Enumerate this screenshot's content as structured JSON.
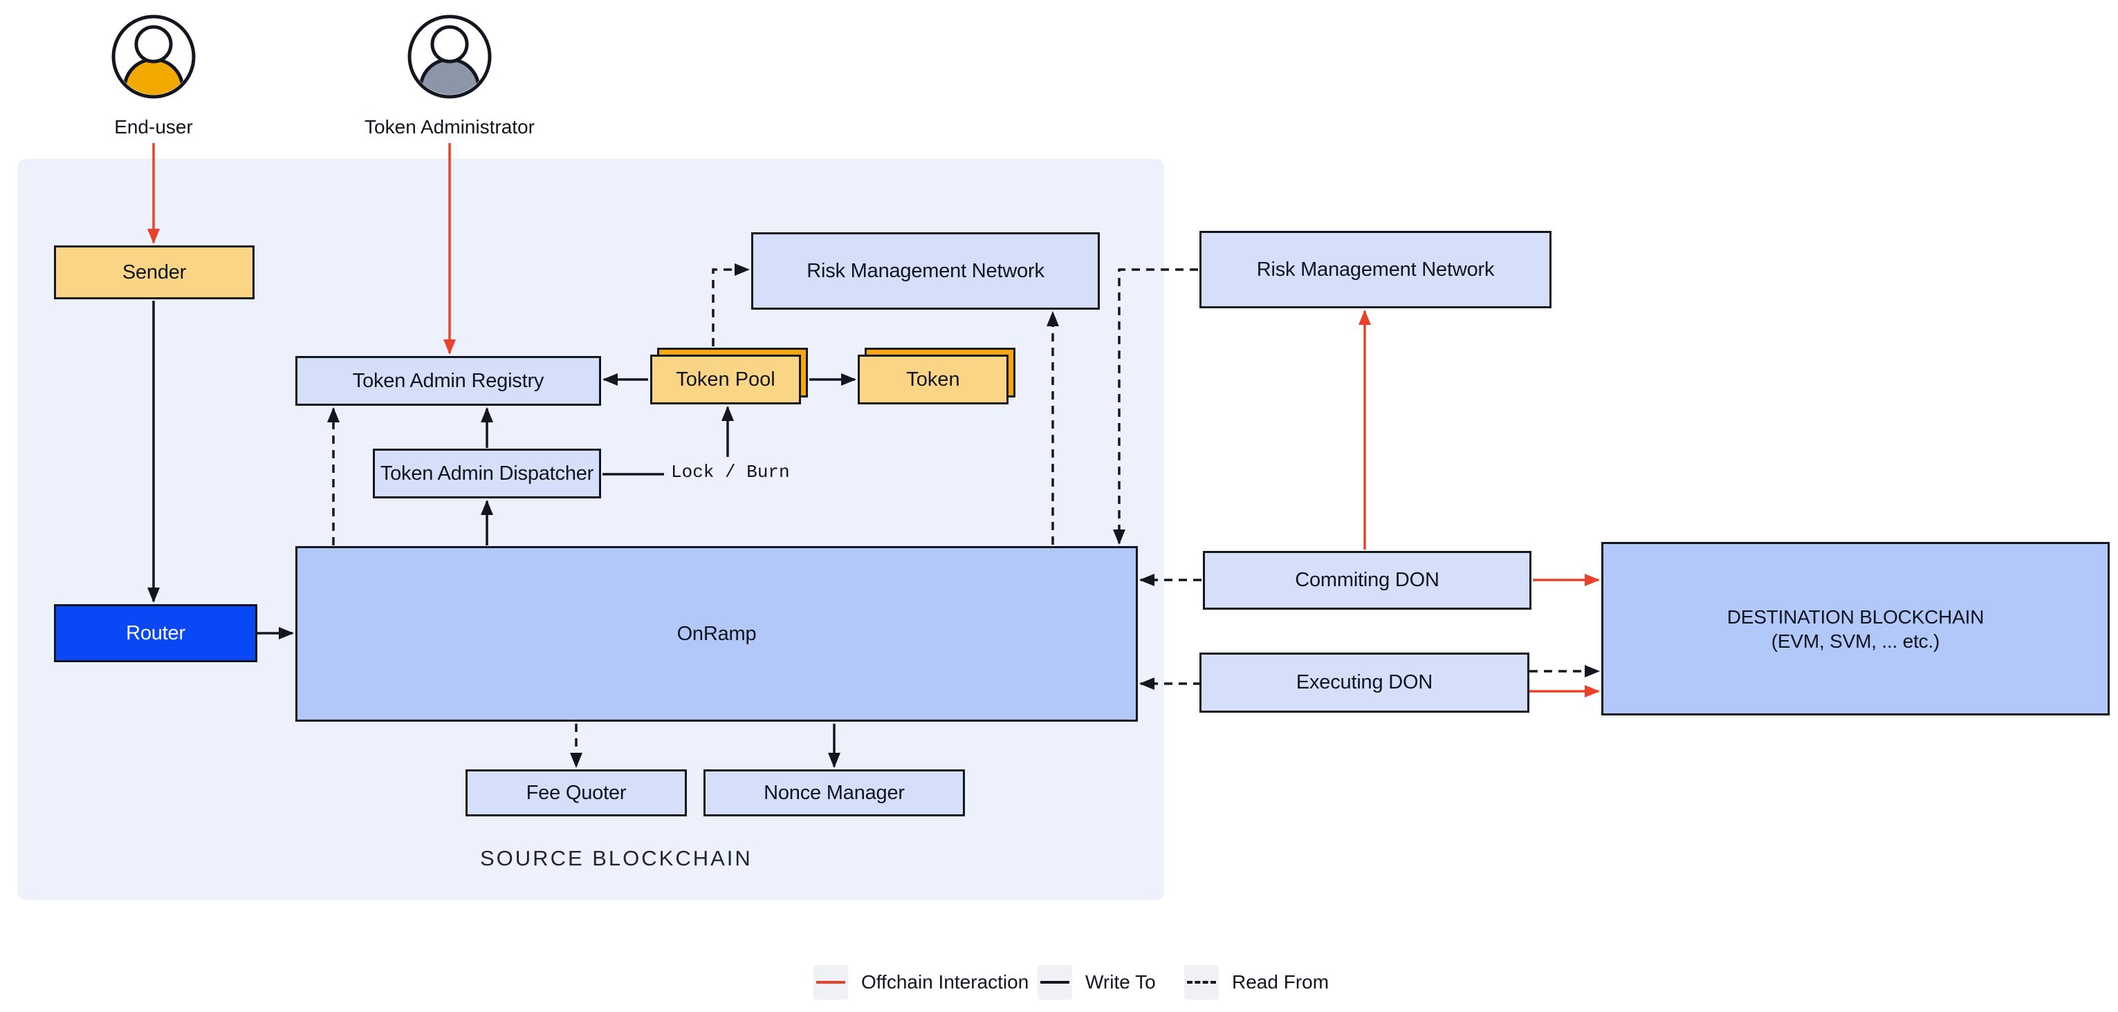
{
  "actors": {
    "end_user": {
      "label": "End-user"
    },
    "token_administrator": {
      "label": "Token Administrator"
    }
  },
  "source_panel": {
    "label": "SOURCE BLOCKCHAIN"
  },
  "nodes": {
    "sender": {
      "label": "Sender"
    },
    "router": {
      "label": "Router"
    },
    "token_admin_registry": {
      "label": "Token Admin Registry"
    },
    "token_admin_dispatcher": {
      "label": "Token Admin Dispatcher"
    },
    "token_pool": {
      "label": "Token Pool"
    },
    "token": {
      "label": "Token"
    },
    "risk_management_network_source": {
      "label": "Risk Management Network"
    },
    "risk_management_network_offchain": {
      "label": "Risk Management Network"
    },
    "onramp": {
      "label": "OnRamp"
    },
    "fee_quoter": {
      "label": "Fee Quoter"
    },
    "nonce_manager": {
      "label": "Nonce Manager"
    },
    "commiting_don": {
      "label": "Commiting DON"
    },
    "executing_don": {
      "label": "Executing DON"
    },
    "destination_blockchain": {
      "label_line1": "DESTINATION BLOCKCHAIN",
      "label_line2": "(EVM, SVM, ... etc.)"
    }
  },
  "edge_labels": {
    "lock_burn": "Lock / Burn"
  },
  "legend": {
    "offchain": "Offchain Interaction",
    "write_to": "Write To",
    "read_from": "Read From"
  },
  "colors": {
    "red": "#E8432A",
    "ink": "#14161F",
    "text": "#10141F",
    "lavender": "#D6DFF9",
    "blue": "#B1C8F8",
    "yellow": "#FAD585",
    "orange": "#F8A60D",
    "routerblue": "#0A47F5",
    "panel": "#EDF1FC",
    "swatch": "#EFF1F5",
    "gold": "#F2A900",
    "slate": "#8C96A8"
  }
}
